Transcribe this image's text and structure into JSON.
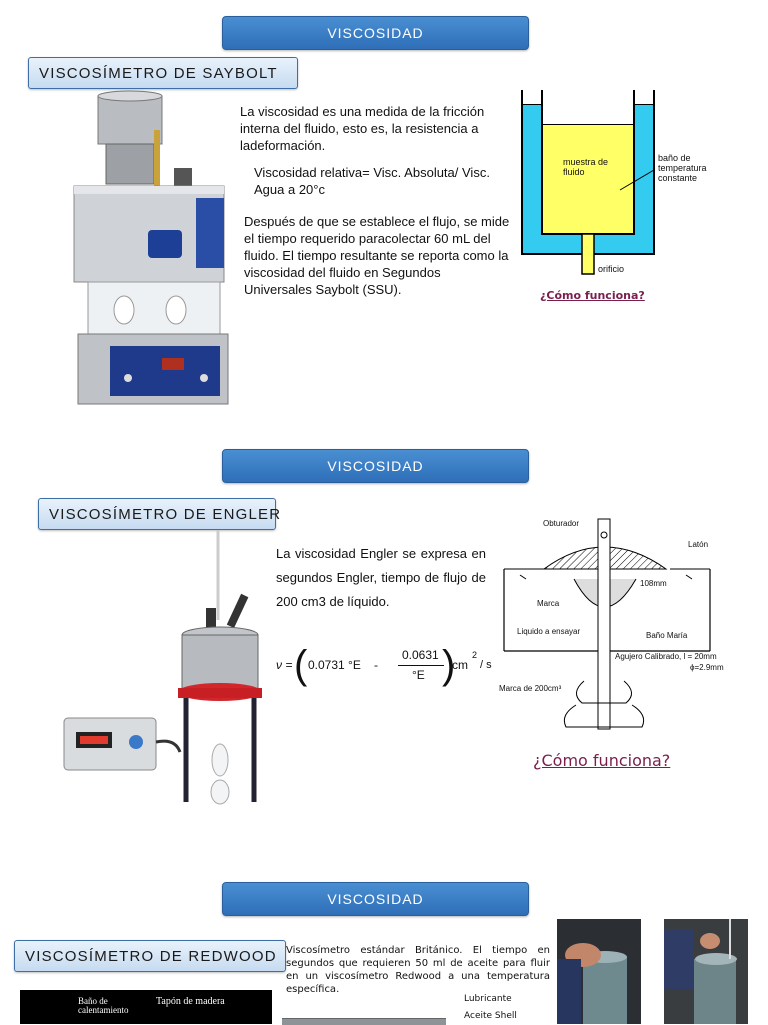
{
  "sections": [
    {
      "banner": "VISCOSIDAD",
      "subtitle": "VISCOSÍMETRO DE SAYBOLT",
      "definition": "La viscosidad es una medida de la fricción interna del fluido, esto es, la resistencia a ladeformación.",
      "relative": "Viscosidad relativa= Visc. Absoluta/ Visc. Agua a 20°c",
      "procedure": "Después de que se establece el flujo, se mide el tiempo requerido paracolectar 60 mL del fluido. El tiempo resultante se reporta como la viscosidad del fluido en Segundos Universales Saybolt (SSU).",
      "link": "¿Cómo funciona?",
      "diagram": {
        "sample": "muestra de fluido",
        "bath": "baño de temperatura constante",
        "orifice": "orificio"
      }
    },
    {
      "banner": "VISCOSIDAD",
      "subtitle": "VISCOSÍMETRO DE ENGLER",
      "text": "La viscosidad Engler se expresa en segundos Engler, tiempo de flujo de 200 cm3 de líquido.",
      "formula": {
        "nu": "ν =",
        "term1": "0.0731 °E",
        "minus": "-",
        "numerator": "0.0631",
        "denominator": "°E",
        "units": "cm",
        "exponent": "2",
        "per": "/ s"
      },
      "link": "¿Cómo funciona?",
      "diagram": {
        "obturador": "Obturador",
        "laton": "Latón",
        "dim108": "108mm",
        "marca": "Marca",
        "liquido": "Liquido a ensayar",
        "bano": "Baño María",
        "agujero": "Agujero Calibrado,  l = 20mm",
        "diam": "ϕ=2.9mm",
        "marca200": "Marca de 200cm³"
      }
    },
    {
      "banner": "VISCOSIDAD",
      "subtitle": "VISCOSÍMETRO DE REDWOOD",
      "text": "Viscosímetro estándar Británico. El tiempo en segundos que requieren 50 ml de aceite para fluir en un viscosímetro Redwood a una temperatura específica.",
      "labels": [
        "Lubricante",
        "Aceite Shell"
      ],
      "diagram": {
        "bath": "Baño de calentamiento",
        "plug": "Tapón de madera"
      }
    }
  ],
  "colors": {
    "banner": "#3a7fc6",
    "link": "#7a1f4d",
    "bath_blue": "#33ccf0",
    "sample_yellow": "#ffff66"
  }
}
